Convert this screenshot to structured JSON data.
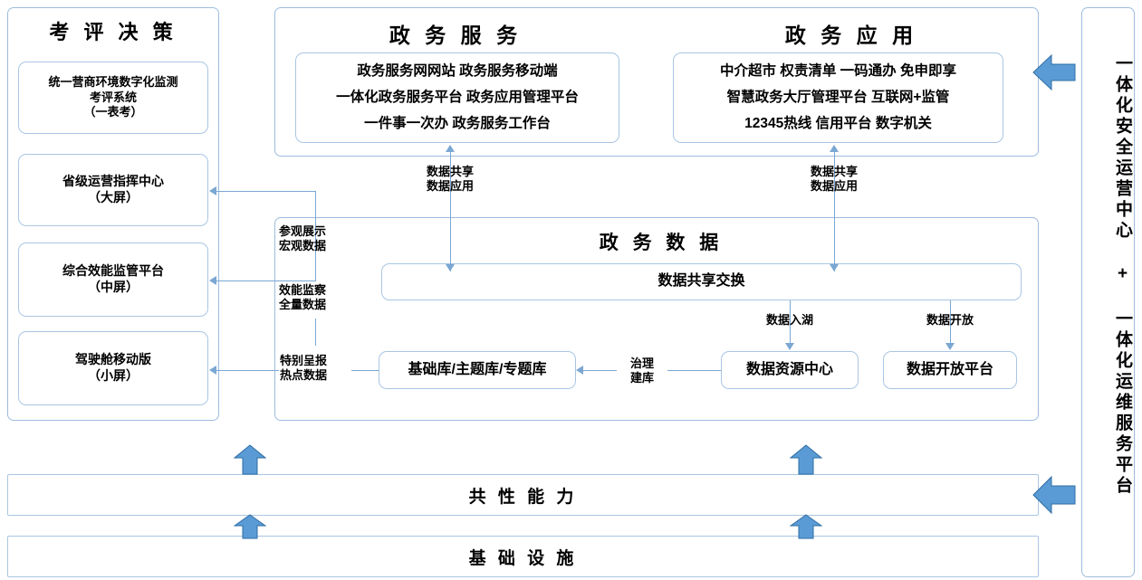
{
  "diagram": {
    "title_color": "#000000",
    "accent_color": "#5B9BD5",
    "line_color": "#7BA7D3",
    "border_color": "#A9C6E4"
  },
  "left_panel": {
    "title": "考 评 决 策",
    "items": [
      {
        "line1": "统一营商环境数字化监测",
        "line2": "考评系统",
        "line3": "（一表考）"
      },
      {
        "line1": "省级运营指挥中心",
        "line2": "（大屏）",
        "line3": ""
      },
      {
        "line1": "综合效能监管平台",
        "line2": "（中屏）",
        "line3": ""
      },
      {
        "line1": "驾驶舱移动版",
        "line2": "（小屏）",
        "line3": ""
      }
    ]
  },
  "top_panel": {
    "service": {
      "title": "政 务 服 务",
      "lines": [
        "政务服务网网站 政务服务移动端",
        "一体化政务服务平台 政务应用管理平台",
        "一件事一次办 政务服务工作台"
      ]
    },
    "application": {
      "title": "政 务 应 用",
      "lines": [
        "中介超市 权责清单 一码通办 免申即享",
        "智慧政务大厅管理平台 互联网+监管",
        "12345热线 信用平台 数字机关"
      ]
    }
  },
  "connectors": {
    "share_apply_left": {
      "line1": "数据共享",
      "line2": "数据应用"
    },
    "share_apply_right": {
      "line1": "数据共享",
      "line2": "数据应用"
    },
    "visit_display": {
      "line1": "参观展示",
      "line2": "宏观数据"
    },
    "efficiency_watch": {
      "line1": "效能监察",
      "line2": "全量数据"
    },
    "special_report": {
      "line1": "特别呈报",
      "line2": "热点数据"
    },
    "data_lake": "数据入湖",
    "data_open": "数据开放",
    "govern_build": {
      "line1": "治理",
      "line2": "建库"
    }
  },
  "data_panel": {
    "title": "政 务 数 据",
    "exchange_box": "数据共享交换",
    "library_box": "基础库/主题库/专题库",
    "resource_center_box": "数据资源中心",
    "open_platform_box": "数据开放平台"
  },
  "bottom": {
    "common_capability": "共 性 能 力",
    "infrastructure": "基 础 设 施"
  },
  "right_panel": {
    "text": "一体化安全运营中心 + 一体化运维服务平台"
  }
}
